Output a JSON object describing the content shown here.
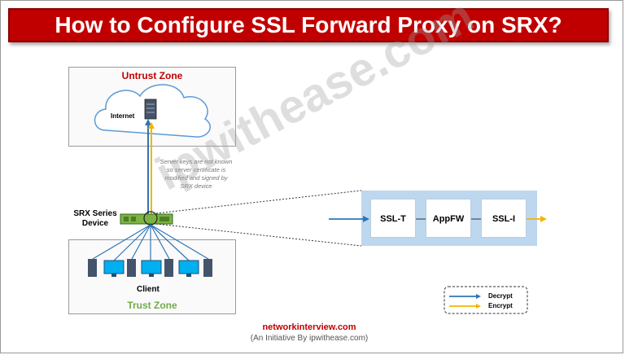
{
  "title": "How to Configure SSL Forward Proxy on SRX?",
  "zones": {
    "untrust": "Untrust Zone",
    "trust": "Trust Zone"
  },
  "labels": {
    "internet": "Internet",
    "device": "SRX Series\nDevice",
    "client": "Client"
  },
  "note": "Server keys are not known so server certificate is modified and signed by SRX device",
  "pipeline": [
    "SSL-T",
    "AppFW",
    "SSL-I"
  ],
  "legend": {
    "decrypt": "Decrypt",
    "encrypt": "Encrypt"
  },
  "watermark": "ipwithease.com",
  "footer": {
    "site": "networkinterview.com",
    "initiative": "(An Initiative By ipwithease.com)"
  },
  "colors": {
    "title_bg": "#c00000",
    "untrust": "#c00000",
    "trust": "#70ad47",
    "decrypt": "#2e75b6",
    "encrypt": "#f4b400",
    "pipeline_bg": "#bdd7ee"
  },
  "icons": [
    "cloud-icon",
    "server-icon",
    "firewall-device-icon",
    "monitor-icon",
    "switch-icon"
  ]
}
